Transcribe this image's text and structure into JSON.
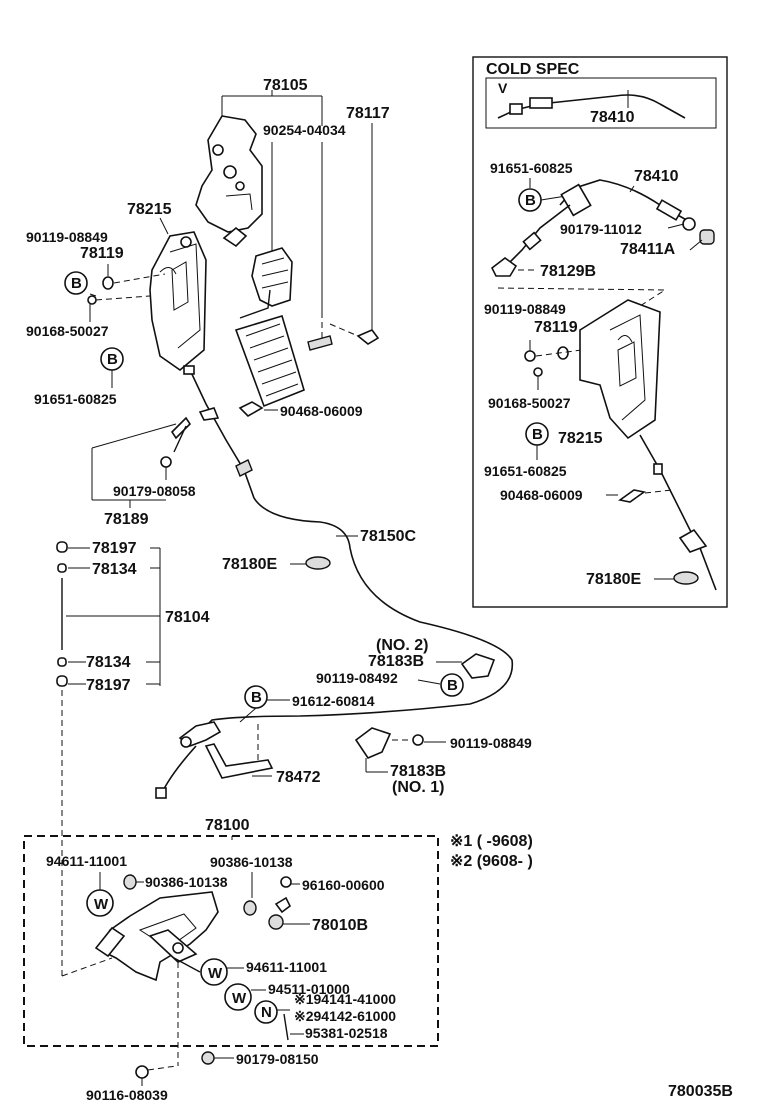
{
  "labels": {
    "p78105": "78105",
    "p78117": "78117",
    "p90254_04034": "90254-04034",
    "p78215": "78215",
    "p90119_08849_a": "90119-08849",
    "p78119_a": "78119",
    "p90168_50027_a": "90168-50027",
    "p91651_60825_a": "91651-60825",
    "p90468_06009_a": "90468-06009",
    "p90179_08058": "90179-08058",
    "p78189": "78189",
    "p78197_a": "78197",
    "p78134_a": "78134",
    "p78104": "78104",
    "p78134_b": "78134",
    "p78197_b": "78197",
    "p78180E_a": "78180E",
    "p78150C": "78150C",
    "no2": "(NO. 2)",
    "p78183B_a": "78183B",
    "p90119_08492": "90119-08492",
    "p91612_60814": "91612-60814",
    "p90119_08849_c": "90119-08849",
    "p78472": "78472",
    "p78183B_b": "78183B",
    "no1": "(NO. 1)",
    "p78100": "78100",
    "note1": "※1 (          -9608)",
    "note2": "※2 (9608-          )",
    "p94611_11001_a": "94611-11001",
    "p90386_10138_a": "90386-10138",
    "p90386_10138_b": "90386-10138",
    "p96160_00600": "96160-00600",
    "p78010B": "78010B",
    "p94611_11001_b": "94611-11001",
    "p94511_01000": "94511-01000",
    "p194141_41000": "※194141-41000",
    "p294142_61000": "※294142-61000",
    "p95381_02518": "95381-02518",
    "p90179_08150": "90179-08150",
    "p90116_08039": "90116-08039",
    "diagram_code": "780035B"
  },
  "cold_spec": {
    "title": "COLD  SPEC",
    "v": "V",
    "p78410_a": "78410",
    "p91651_60825_b": "91651-60825",
    "p78410_b": "78410",
    "p90179_11012": "90179-11012",
    "p78411A": "78411A",
    "p78129B": "78129B",
    "p90119_08849_b": "90119-08849",
    "p78119_b": "78119",
    "p90168_50027_b": "90168-50027",
    "p78215_b": "78215",
    "p91651_60825_c": "91651-60825",
    "p90468_06009_b": "90468-06009",
    "p78180E_b": "78180E"
  },
  "symbols": {
    "b": "B",
    "w": "W",
    "n": "N"
  }
}
